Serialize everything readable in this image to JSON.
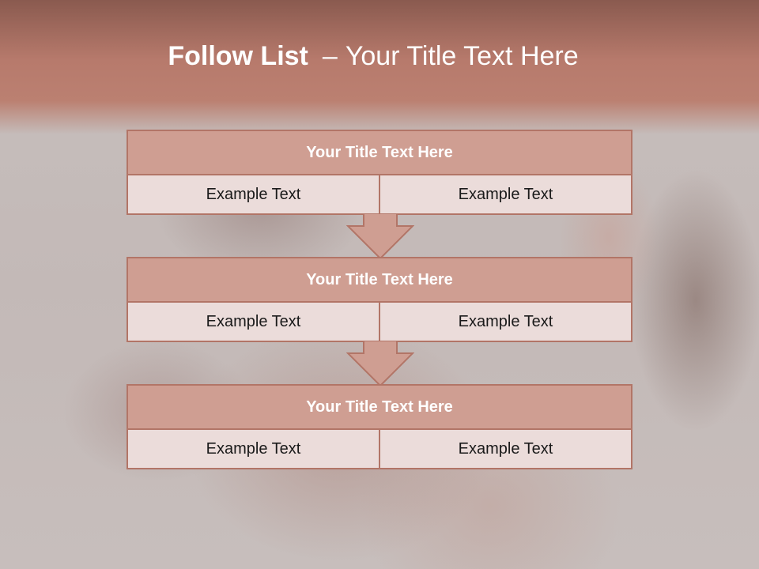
{
  "slide": {
    "title_bold": "Follow List",
    "title_separator": "–",
    "title_rest": "Your Title Text Here"
  },
  "blocks": [
    {
      "title": "Your Title Text Here",
      "left": "Example Text",
      "right": "Example Text"
    },
    {
      "title": "Your Title Text Here",
      "left": "Example Text",
      "right": "Example Text"
    },
    {
      "title": "Your Title Text Here",
      "left": "Example Text",
      "right": "Example Text"
    }
  ],
  "colors": {
    "header_band": "#b77a6c",
    "block_head": "#cf9e92",
    "block_body": "#ebdcda",
    "border": "#b27567"
  }
}
